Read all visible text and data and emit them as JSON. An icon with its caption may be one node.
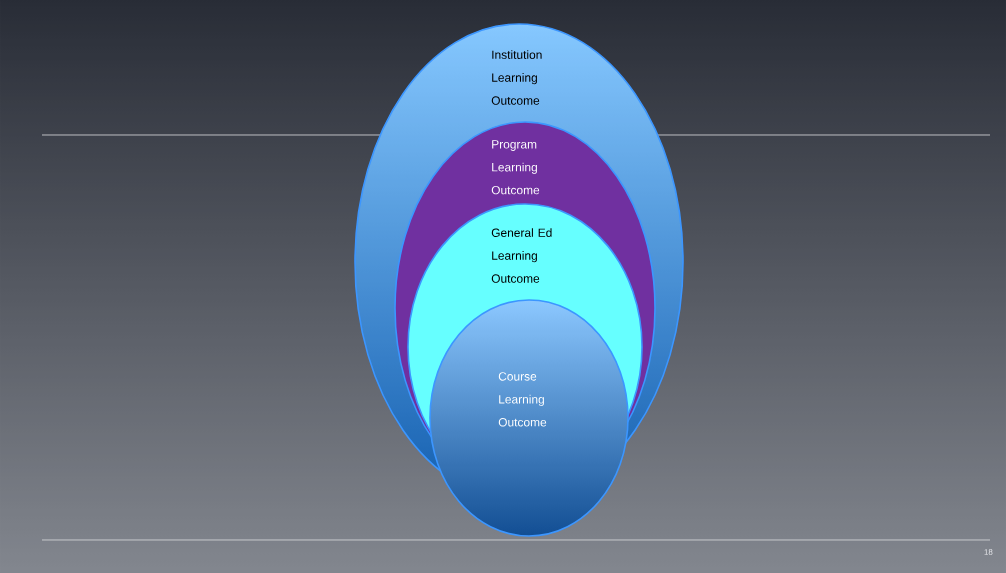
{
  "diagram": {
    "nodes": [
      {
        "text": [
          "Institution Learning Outcome"
        ]
      },
      {
        "text": [
          "Program Learning Outcome"
        ],
        "in": 0
      },
      {
        "text": [
          "General Ed Learning Outcome"
        ],
        "in": 1
      },
      {
        "text": [
          "Course Learning Outcome"
        ]
      }
    ],
    "labels": [
      "18"
    ]
  }
}
